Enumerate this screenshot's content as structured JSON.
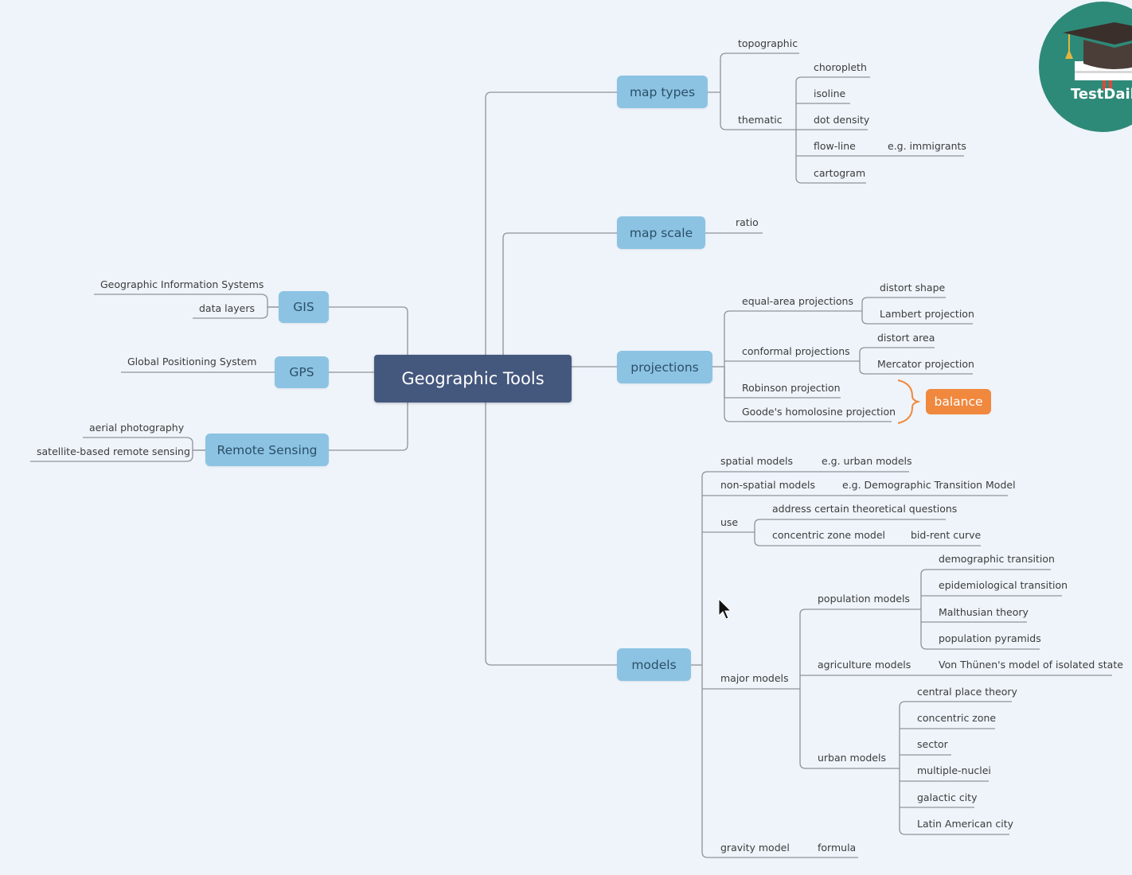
{
  "center": "Geographic Tools",
  "left": {
    "gis": {
      "label": "GIS",
      "children": [
        "Geographic Information Systems",
        "data layers"
      ]
    },
    "gps": {
      "label": "GPS",
      "children": [
        "Global Positioning System"
      ]
    },
    "remote": {
      "label": "Remote Sensing",
      "children": [
        "aerial photography",
        "satellite-based remote sensing"
      ]
    }
  },
  "map_types": {
    "label": "map types",
    "topographic": "topographic",
    "thematic": "thematic",
    "thematic_children": [
      "choropleth",
      "isoline",
      "dot density",
      "flow-line",
      "cartogram"
    ],
    "flowline_example": "e.g. immigrants"
  },
  "map_scale": {
    "label": "map scale",
    "ratio": "ratio"
  },
  "projections": {
    "label": "projections",
    "equal_area": "equal-area projections",
    "equal_area_children": [
      "distort shape",
      "Lambert projection"
    ],
    "conformal": "conformal projections",
    "conformal_children": [
      "distort area",
      "Mercator projection"
    ],
    "robinson": "Robinson projection",
    "goode": "Goode's homolosine projection",
    "balance": "balance"
  },
  "models": {
    "label": "models",
    "spatial": "spatial models",
    "spatial_example": "e.g. urban models",
    "nonspatial": "non-spatial models",
    "nonspatial_example": "e.g. Demographic Transition Model",
    "use": "use",
    "use_children": [
      "address certain theoretical questions",
      "concentric zone model"
    ],
    "bid_rent": "bid-rent curve",
    "major": "major models",
    "population": "population models",
    "population_children": [
      "demographic transition",
      "epidemiological transition",
      "Malthusian theory",
      "population pyramids"
    ],
    "agriculture": "agriculture models",
    "agriculture_example": "Von Thünen's model of isolated state",
    "urban": "urban models",
    "urban_children": [
      "central place theory",
      "concentric zone",
      "sector",
      "multiple-nuclei",
      "galactic city",
      "Latin American city"
    ],
    "gravity": "gravity model",
    "formula": "formula"
  },
  "logo": {
    "text": "TestDail"
  },
  "colors": {
    "topic": "#8cc3e3",
    "central": "#44577d",
    "balance": "#f0883e",
    "line": "#8f9398",
    "background": "#eef4fa"
  }
}
